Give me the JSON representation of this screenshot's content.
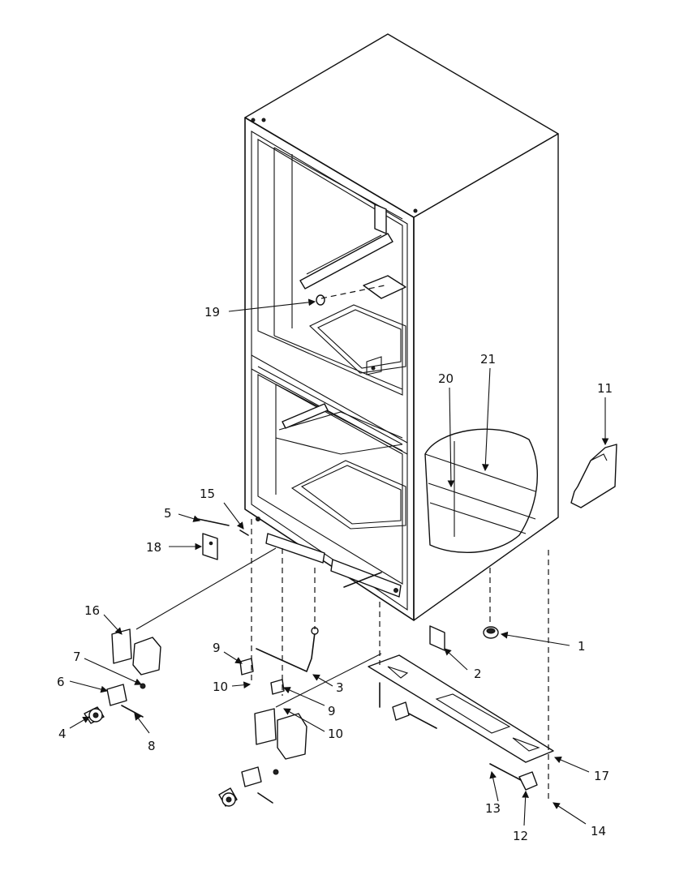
{
  "callouts": [
    {
      "id": "c1",
      "label": "1"
    },
    {
      "id": "c2",
      "label": "2"
    },
    {
      "id": "c3",
      "label": "3"
    },
    {
      "id": "c4",
      "label": "4"
    },
    {
      "id": "c5",
      "label": "5"
    },
    {
      "id": "c6",
      "label": "6"
    },
    {
      "id": "c7",
      "label": "7"
    },
    {
      "id": "c8",
      "label": "8"
    },
    {
      "id": "c9a",
      "label": "9"
    },
    {
      "id": "c9b",
      "label": "9"
    },
    {
      "id": "c10a",
      "label": "10"
    },
    {
      "id": "c10b",
      "label": "10"
    },
    {
      "id": "c11",
      "label": "11"
    },
    {
      "id": "c12",
      "label": "12"
    },
    {
      "id": "c13",
      "label": "13"
    },
    {
      "id": "c14",
      "label": "14"
    },
    {
      "id": "c15",
      "label": "15"
    },
    {
      "id": "c16",
      "label": "16"
    },
    {
      "id": "c17",
      "label": "17"
    },
    {
      "id": "c18",
      "label": "18"
    },
    {
      "id": "c19",
      "label": "19"
    },
    {
      "id": "c20",
      "label": "20"
    },
    {
      "id": "c21",
      "label": "21"
    }
  ]
}
